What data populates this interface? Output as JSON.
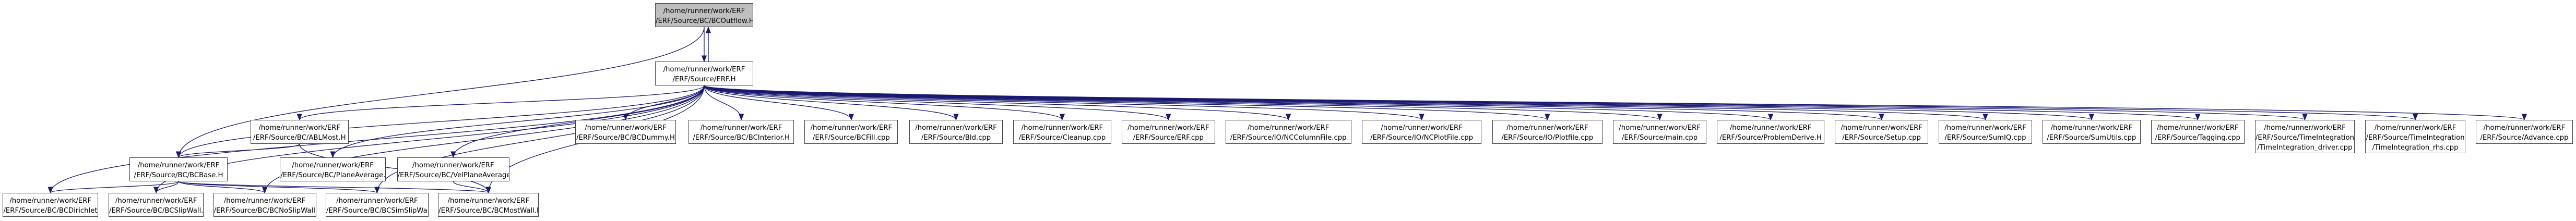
{
  "colors": {
    "edge": "#191970",
    "node_border": "#404040",
    "focus_fill": "#bfbfbf",
    "node_fill": "#ffffff"
  },
  "nodes": {
    "bcoutflow_h": {
      "line1": "/home/runner/work/ERF",
      "line2": "/ERF/Source/BC/BCOutflow.H"
    },
    "erf_h": {
      "line1": "/home/runner/work/ERF",
      "line2": "/ERF/Source/ERF.H"
    },
    "abl_most_h": {
      "line1": "/home/runner/work/ERF",
      "line2": "/ERF/Source/BC/ABLMost.H"
    },
    "bcdummy_h": {
      "line1": "/home/runner/work/ERF",
      "line2": "/ERF/Source/BC/BCDummy.H"
    },
    "bcinterior_h": {
      "line1": "/home/runner/work/ERF",
      "line2": "/ERF/Source/BC/BCInterior.H"
    },
    "bcfill_cpp": {
      "line1": "/home/runner/work/ERF",
      "line2": "/ERF/Source/BCFill.cpp"
    },
    "bld_cpp": {
      "line1": "/home/runner/work/ERF",
      "line2": "/ERF/Source/Bld.cpp"
    },
    "cleanup_cpp": {
      "line1": "/home/runner/work/ERF",
      "line2": "/ERF/Source/Cleanup.cpp"
    },
    "erf_cpp": {
      "line1": "/home/runner/work/ERF",
      "line2": "/ERF/Source/ERF.cpp"
    },
    "ioncolumnfile_cpp": {
      "line1": "/home/runner/work/ERF",
      "line2": "/ERF/Source/IO/NCColumnFile.cpp"
    },
    "ioncplotfile_cpp": {
      "line1": "/home/runner/work/ERF",
      "line2": "/ERF/Source/IO/NCPlotFile.cpp"
    },
    "ioplotfile_cpp": {
      "line1": "/home/runner/work/ERF",
      "line2": "/ERF/Source/IO/Plotfile.cpp"
    },
    "main_cpp": {
      "line1": "/home/runner/work/ERF",
      "line2": "/ERF/Source/main.cpp"
    },
    "problemderive_h": {
      "line1": "/home/runner/work/ERF",
      "line2": "/ERF/Source/ProblemDerive.H"
    },
    "setup_cpp": {
      "line1": "/home/runner/work/ERF",
      "line2": "/ERF/Source/Setup.cpp"
    },
    "sumiq_cpp": {
      "line1": "/home/runner/work/ERF",
      "line2": "/ERF/Source/SumIQ.cpp"
    },
    "sumutils_cpp": {
      "line1": "/home/runner/work/ERF",
      "line2": "/ERF/Source/SumUtils.cpp"
    },
    "tagging_cpp": {
      "line1": "/home/runner/work/ERF",
      "line2": "/ERF/Source/Tagging.cpp"
    },
    "ti_driver_cpp": {
      "line1": "/home/runner/work/ERF",
      "line2": "/ERF/Source/TimeIntegration",
      "line3": "/TimeIntegration_driver.cpp"
    },
    "ti_rhs_cpp": {
      "line1": "/home/runner/work/ERF",
      "line2": "/ERF/Source/TimeIntegration",
      "line3": "/TimeIntegration_rhs.cpp"
    },
    "advance_cpp": {
      "line1": "/home/runner/work/ERF",
      "line2": "/ERF/Source/Advance.cpp"
    },
    "bcbase_h": {
      "line1": "/home/runner/work/ERF",
      "line2": "/ERF/Source/BC/BCBase.H"
    },
    "planeaverage_h": {
      "line1": "/home/runner/work/ERF",
      "line2": "/ERF/Source/BC/PlaneAverage.H"
    },
    "velplaneaverage_h": {
      "line1": "/home/runner/work/ERF",
      "line2": "/ERF/Source/BC/VelPlaneAverage.H"
    },
    "bcdirichlet_h": {
      "line1": "/home/runner/work/ERF",
      "line2": "/ERF/Source/BC/BCDirichlet.H"
    },
    "bcslipwall_h": {
      "line1": "/home/runner/work/ERF",
      "line2": "/ERF/Source/BC/BCSlipWall.H"
    },
    "bcnoslipwall_h": {
      "line1": "/home/runner/work/ERF",
      "line2": "/ERF/Source/BC/BCNoSlipWall.H"
    },
    "bcsimslipwall_h": {
      "line1": "/home/runner/work/ERF",
      "line2": "/ERF/Source/BC/BCSimSlipWall.H"
    },
    "bcmostwall_h": {
      "line1": "/home/runner/work/ERF",
      "line2": "/ERF/Source/BC/BCMostWall.H"
    }
  },
  "edges": [
    [
      "bcoutflow_h",
      "erf_h"
    ],
    [
      "bcoutflow_h",
      "bcbase_h"
    ],
    [
      "erf_h",
      "bcoutflow_h"
    ],
    [
      "erf_h",
      "abl_most_h"
    ],
    [
      "erf_h",
      "bcdummy_h"
    ],
    [
      "erf_h",
      "bcinterior_h"
    ],
    [
      "erf_h",
      "bcfill_cpp"
    ],
    [
      "erf_h",
      "bld_cpp"
    ],
    [
      "erf_h",
      "cleanup_cpp"
    ],
    [
      "erf_h",
      "erf_cpp"
    ],
    [
      "erf_h",
      "ioncolumnfile_cpp"
    ],
    [
      "erf_h",
      "ioncplotfile_cpp"
    ],
    [
      "erf_h",
      "ioplotfile_cpp"
    ],
    [
      "erf_h",
      "main_cpp"
    ],
    [
      "erf_h",
      "problemderive_h"
    ],
    [
      "erf_h",
      "setup_cpp"
    ],
    [
      "erf_h",
      "sumiq_cpp"
    ],
    [
      "erf_h",
      "sumutils_cpp"
    ],
    [
      "erf_h",
      "tagging_cpp"
    ],
    [
      "erf_h",
      "ti_driver_cpp"
    ],
    [
      "erf_h",
      "ti_rhs_cpp"
    ],
    [
      "erf_h",
      "advance_cpp"
    ],
    [
      "erf_h",
      "bcbase_h"
    ],
    [
      "erf_h",
      "planeaverage_h"
    ],
    [
      "erf_h",
      "velplaneaverage_h"
    ],
    [
      "erf_h",
      "bcdirichlet_h"
    ],
    [
      "erf_h",
      "bcslipwall_h"
    ],
    [
      "erf_h",
      "bcnoslipwall_h"
    ],
    [
      "erf_h",
      "bcsimslipwall_h"
    ],
    [
      "erf_h",
      "bcmostwall_h"
    ],
    [
      "abl_most_h",
      "bcbase_h"
    ],
    [
      "abl_most_h",
      "bcmostwall_h"
    ],
    [
      "bcbase_h",
      "bcdirichlet_h"
    ],
    [
      "bcbase_h",
      "bcslipwall_h"
    ],
    [
      "bcbase_h",
      "bcnoslipwall_h"
    ],
    [
      "bcbase_h",
      "bcsimslipwall_h"
    ],
    [
      "bcbase_h",
      "bcmostwall_h"
    ],
    [
      "velplaneaverage_h",
      "bcmostwall_h"
    ]
  ]
}
